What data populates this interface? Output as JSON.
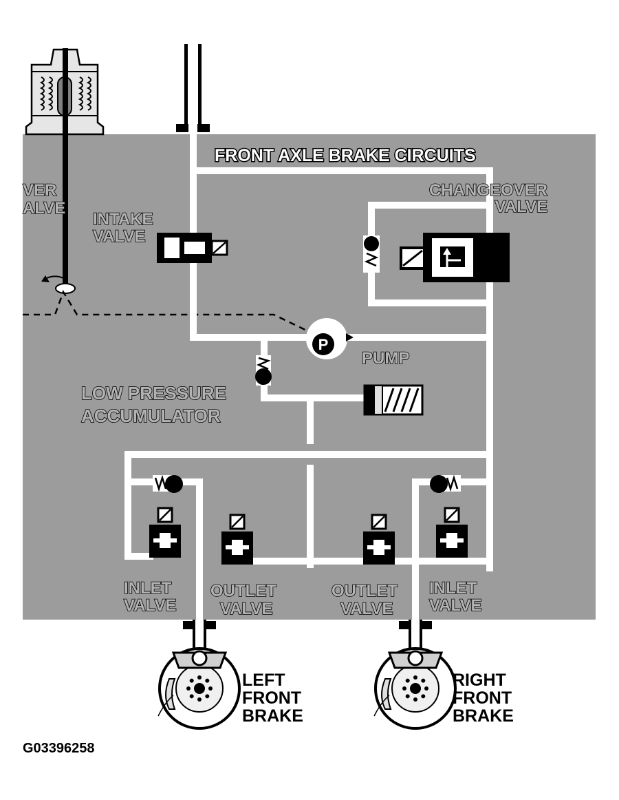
{
  "labels": {
    "front_axle": "FRONT AXLE BRAKE CIRCUITS",
    "changeover_1": "CHANGEOVER",
    "changeover_2": "VALVE",
    "over_left_1": "VER",
    "over_left_2": "ALVE",
    "intake_1": "INTAKE",
    "intake_2": "VALVE",
    "pump": "PUMP",
    "pump_symbol": "P",
    "lpa_1": "LOW PRESSURE",
    "lpa_2": "ACCUMULATOR",
    "inlet_left_1": "INLET",
    "inlet_left_2": "VALVE",
    "outlet_left_1": "OUTLET",
    "outlet_left_2": "VALVE",
    "outlet_right_1": "OUTLET",
    "outlet_right_2": "VALVE",
    "inlet_right_1": "INLET",
    "inlet_right_2": "VALVE",
    "left_brake_1": "LEFT",
    "left_brake_2": "FRONT",
    "left_brake_3": "BRAKE",
    "right_brake_1": "RIGHT",
    "right_brake_2": "FRONT",
    "right_brake_3": "BRAKE",
    "figure_id": "G03396258"
  },
  "colors": {
    "panel": "#9c9c9c",
    "line": "#ffffff",
    "component": "#000000",
    "background": "#ffffff"
  }
}
